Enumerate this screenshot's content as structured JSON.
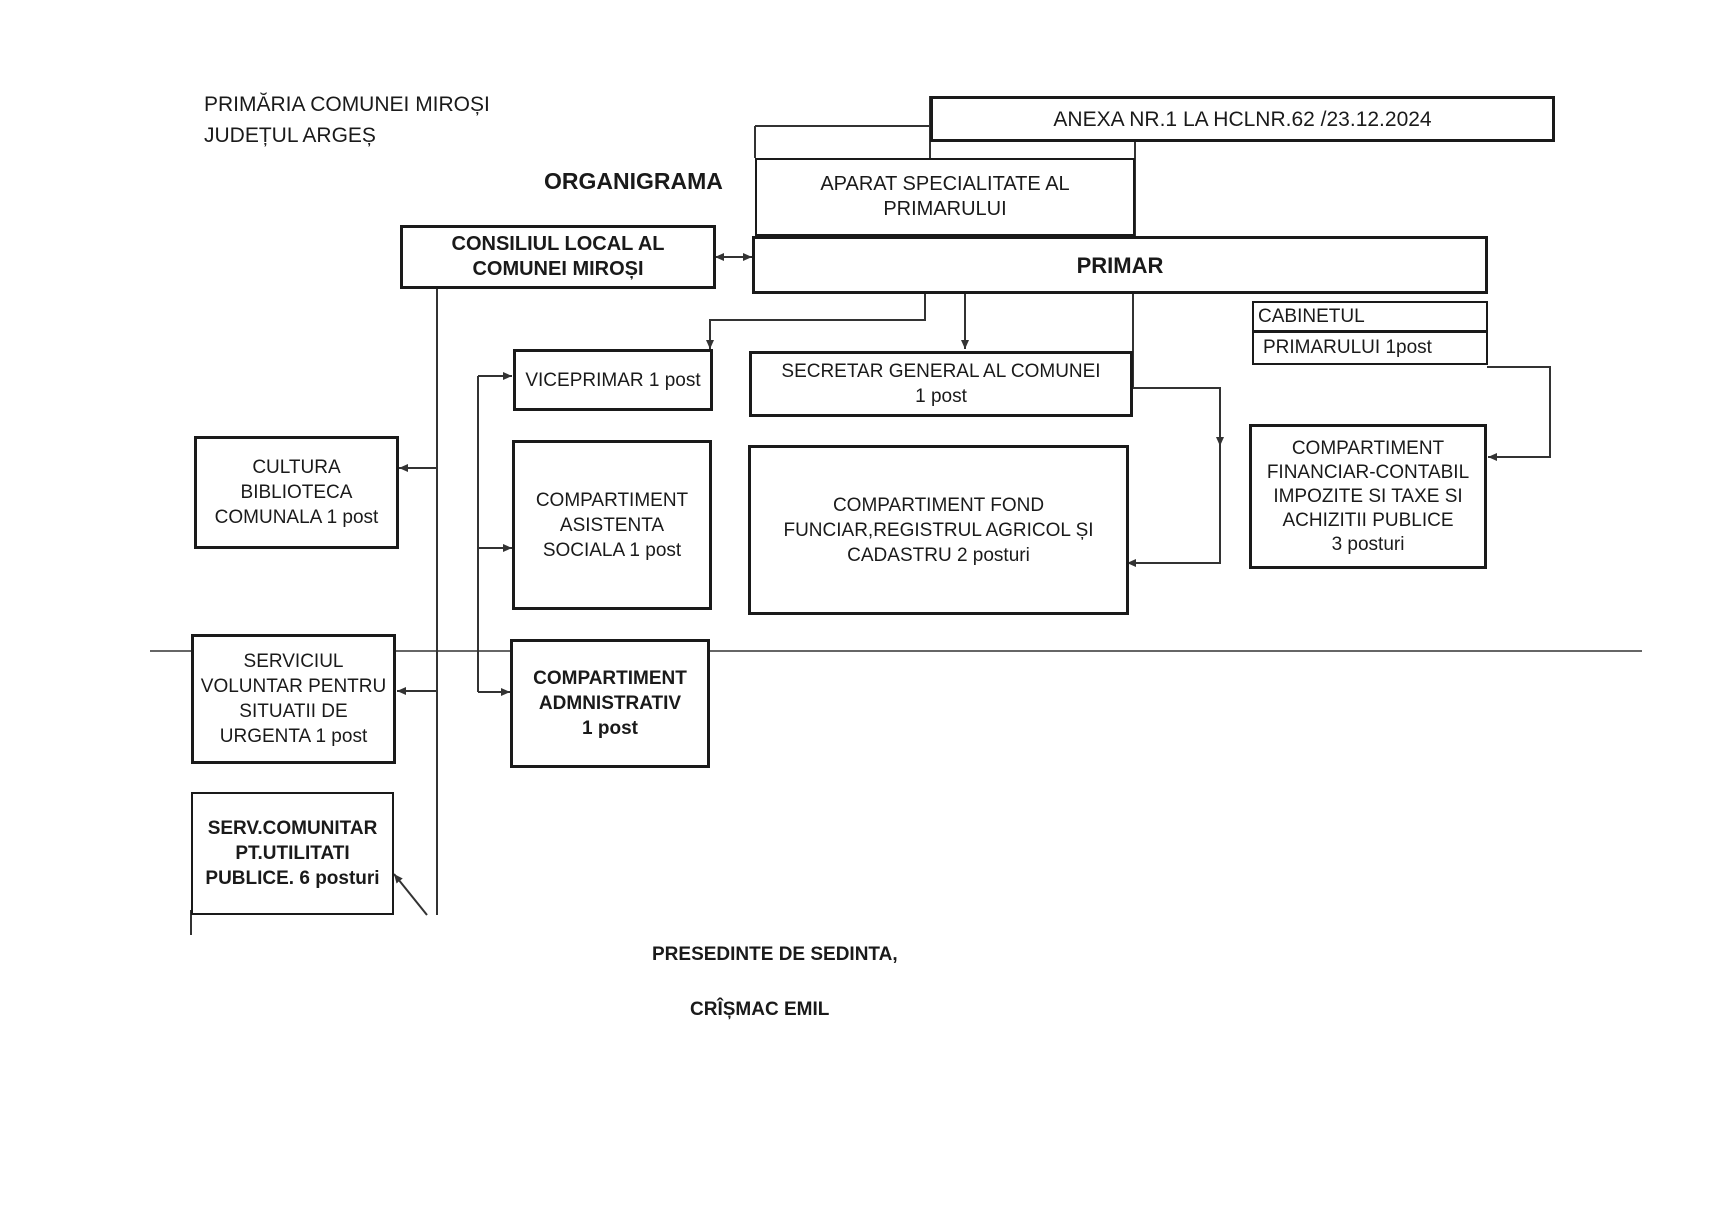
{
  "header": {
    "institution": "PRIMĂRIA COMUNEI MIROȘI",
    "county": "JUDEȚUL ARGEȘ",
    "title": "ORGANIGRAMA",
    "annex": "ANEXA NR.1 LA HCLNR.62 /23.12.2024"
  },
  "boxes": {
    "aparat": [
      "APARAT SPECIALITATE AL",
      "PRIMARULUI"
    ],
    "consiliu": [
      "CONSILIUL LOCAL AL",
      "COMUNEI MIROȘI"
    ],
    "primar": [
      "PRIMAR"
    ],
    "cabinet": [
      "CABINETUL",
      "PRIMARULUI 1post"
    ],
    "viceprimar": [
      "VICEPRIMAR 1 post"
    ],
    "secretar": [
      "SECRETAR GENERAL AL COMUNEI",
      "1 post"
    ],
    "cultura": [
      "CULTURA",
      "BIBLIOTECA",
      "COMUNALA 1 post"
    ],
    "asistenta": [
      "COMPARTIMENT",
      "ASISTENTA",
      "SOCIALA 1 post"
    ],
    "fond": [
      "COMPARTIMENT  FOND",
      "FUNCIAR,REGISTRUL AGRICOL ȘI",
      "CADASTRU 2 posturi"
    ],
    "financiar": [
      "COMPARTIMENT",
      "FINANCIAR-CONTABIL",
      "IMPOZITE SI TAXE SI",
      "ACHIZITII PUBLICE",
      "3 posturi"
    ],
    "voluntar": [
      "SERVICIUL",
      "VOLUNTAR PENTRU",
      "SITUATII DE",
      "URGENTA 1 post"
    ],
    "administrativ": [
      "COMPARTIMENT",
      "ADMNISTRATIV",
      "1 post"
    ],
    "utilitati": [
      "SERV.COMUNITAR",
      "PT.UTILITATI",
      "PUBLICE.  6 posturi"
    ]
  },
  "footer": {
    "role": "PRESEDINTE DE SEDINTA,",
    "name": "CRÎȘMAC EMIL"
  }
}
